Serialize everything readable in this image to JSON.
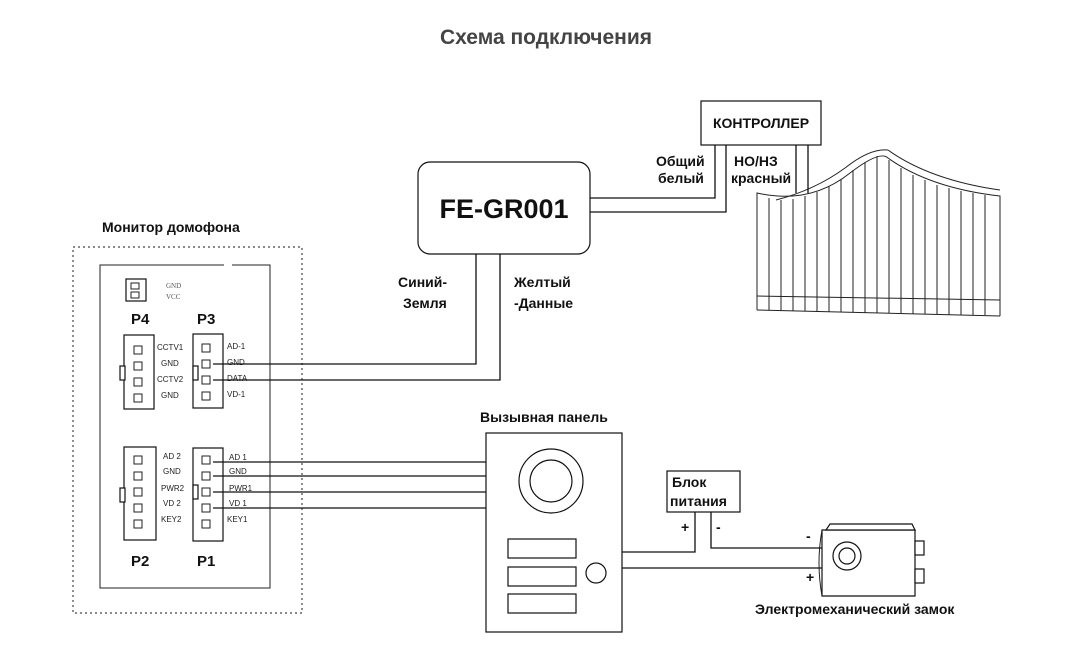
{
  "title": "Схема подключения",
  "device": {
    "name": "FE-GR001",
    "wire_blue": [
      "Синий-",
      "Земля"
    ],
    "wire_yellow": [
      "Желтый",
      "-Данные"
    ]
  },
  "controller": {
    "name": "КОНТРОЛЛЕР",
    "common": [
      "Общий",
      "белый"
    ],
    "no_nc": [
      "НО/НЗ",
      "красный"
    ]
  },
  "monitor": {
    "title": "Монитор домофона",
    "p4": {
      "label": "P4",
      "pins": [
        "GND",
        "VCC"
      ]
    },
    "p3": {
      "label": "P3",
      "pins": [
        "AD-1",
        "GND",
        "DATA",
        "VD-1"
      ]
    },
    "p3_left_pins": [
      "CCTV1",
      "GND",
      "CCTV2",
      "GND"
    ],
    "p2": {
      "label": "P2",
      "pins": [
        "AD 2",
        "GND",
        "PWR2",
        "VD 2",
        "KEY2"
      ]
    },
    "p1": {
      "label": "P1",
      "pins": [
        "AD 1",
        "GND",
        "PWR1",
        "VD 1",
        "KEY1"
      ]
    }
  },
  "panel": {
    "title": "Вызывная панель"
  },
  "power": {
    "label": [
      "Блок",
      "питания"
    ],
    "plus": "+",
    "minus": "-"
  },
  "lock": {
    "title": "Электромеханический замок",
    "minus": "-",
    "plus": "+"
  },
  "colors": {
    "line": "#111111",
    "title": "#444444",
    "dotted": "#444444"
  }
}
